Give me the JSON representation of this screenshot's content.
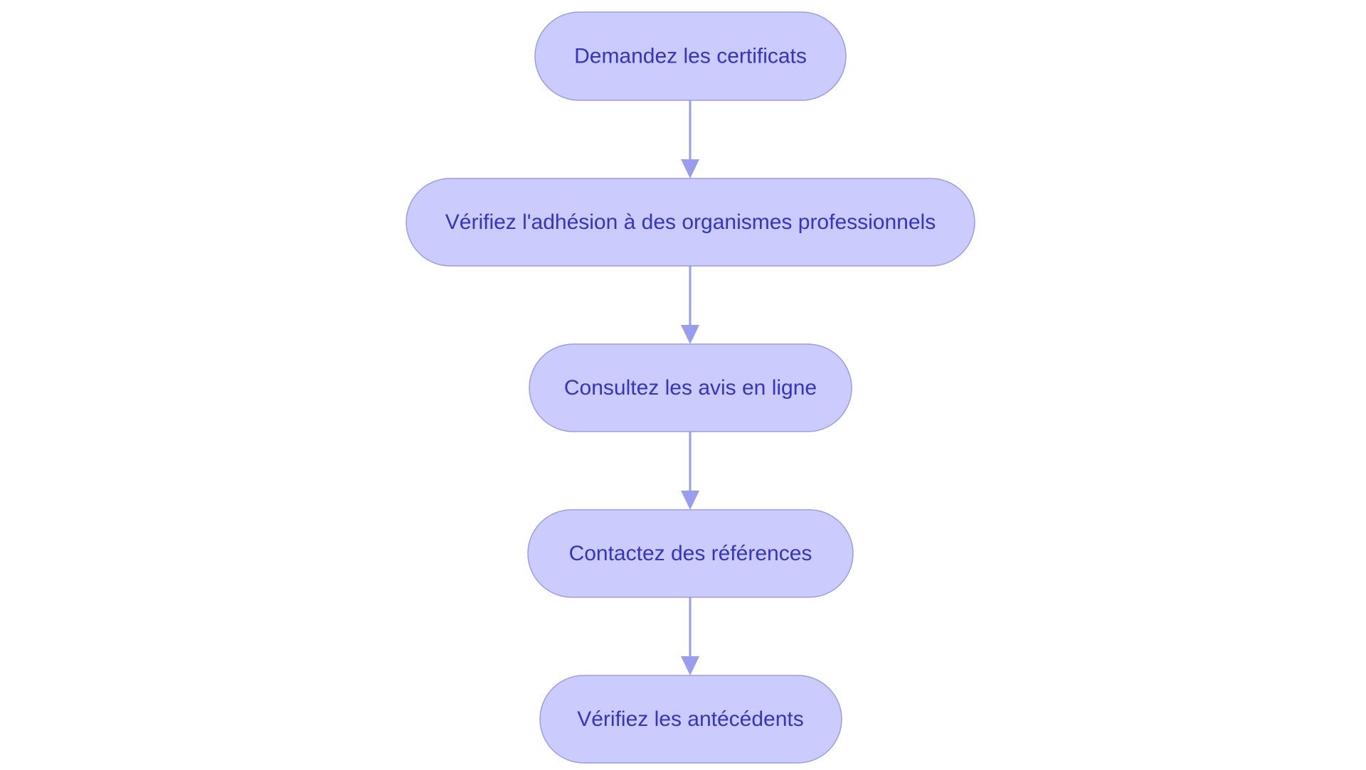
{
  "diagram": {
    "type": "flowchart",
    "colors": {
      "node_fill": "#cbccfd",
      "node_border": "#9a9ded",
      "node_text": "#3434c8",
      "edge": "#9a9ded"
    },
    "nodes": [
      {
        "id": "n1",
        "label": "Demandez les certificats"
      },
      {
        "id": "n2",
        "label": "Vérifiez l'adhésion à des organismes professionnels"
      },
      {
        "id": "n3",
        "label": "Consultez les avis en ligne"
      },
      {
        "id": "n4",
        "label": "Contactez des références"
      },
      {
        "id": "n5",
        "label": "Vérifiez les antécédents"
      }
    ],
    "edges": [
      {
        "from": "n1",
        "to": "n2"
      },
      {
        "from": "n2",
        "to": "n3"
      },
      {
        "from": "n3",
        "to": "n4"
      },
      {
        "from": "n4",
        "to": "n5"
      }
    ]
  }
}
